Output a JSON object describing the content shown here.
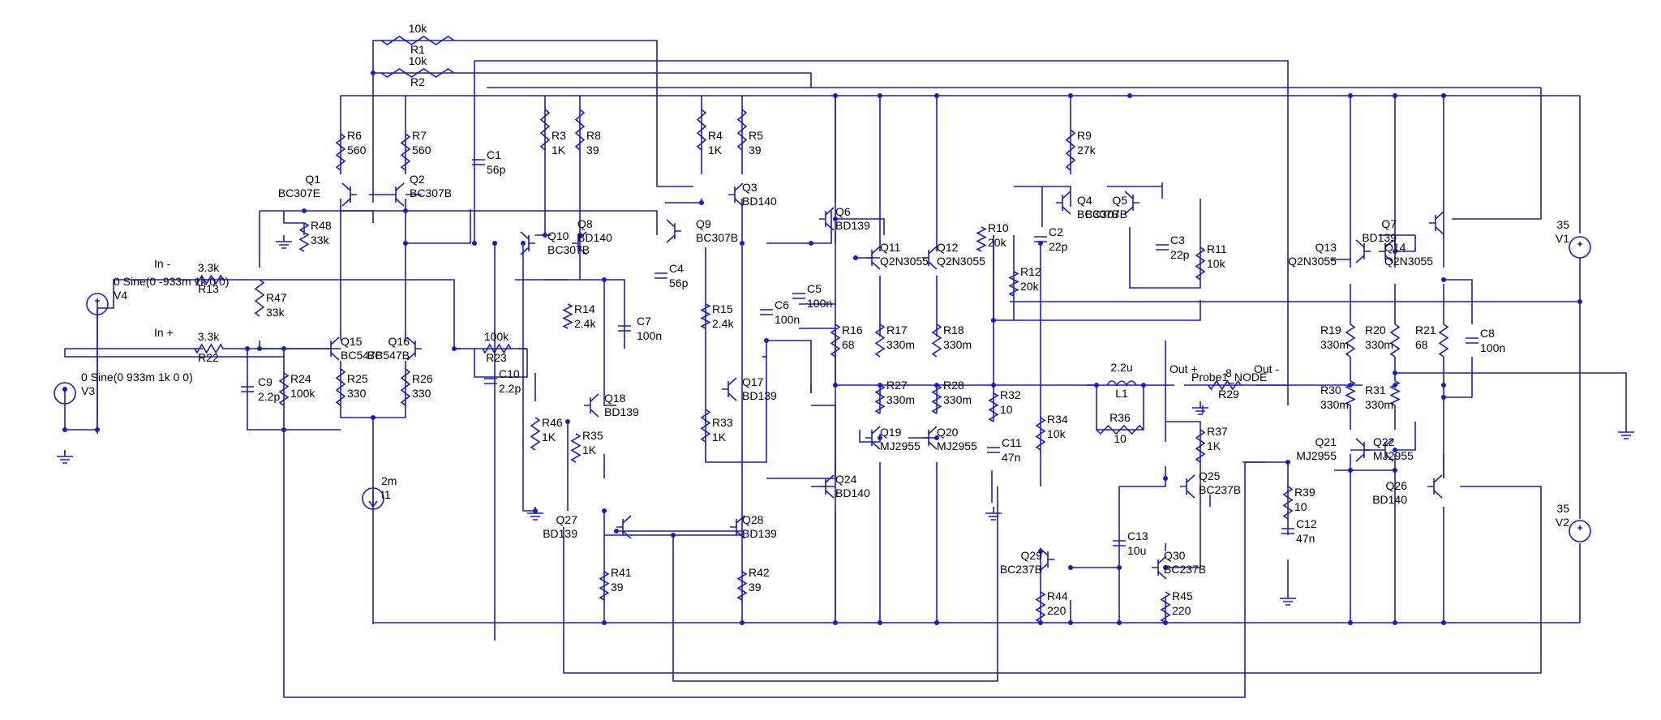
{
  "colors": {
    "wire": "#1a1acc",
    "text": "#000000",
    "background": "#ffffff"
  },
  "labels": {
    "in_minus": "In -",
    "in_plus": "In +",
    "out_plus": "Out +",
    "out_minus": "Out -",
    "probe": "Probe1_NODE"
  },
  "parts": [
    {
      "id": "R1",
      "name": "R1",
      "value": "10k"
    },
    {
      "id": "R2",
      "name": "R2",
      "value": "10k"
    },
    {
      "id": "R3",
      "name": "R3",
      "value": "1K"
    },
    {
      "id": "R4",
      "name": "R4",
      "value": "1K"
    },
    {
      "id": "R5",
      "name": "R5",
      "value": "39"
    },
    {
      "id": "R6",
      "name": "R6",
      "value": "560"
    },
    {
      "id": "R7",
      "name": "R7",
      "value": "560"
    },
    {
      "id": "R8",
      "name": "R8",
      "value": "39"
    },
    {
      "id": "R9",
      "name": "R9",
      "value": "27k"
    },
    {
      "id": "R10",
      "name": "R10",
      "value": "20k"
    },
    {
      "id": "R11",
      "name": "R11",
      "value": "10k"
    },
    {
      "id": "R12",
      "name": "R12",
      "value": "20k"
    },
    {
      "id": "R14",
      "name": "R14",
      "value": "2.4k"
    },
    {
      "id": "R15",
      "name": "R15",
      "value": "2.4k"
    },
    {
      "id": "R16",
      "name": "R16",
      "value": "68"
    },
    {
      "id": "R17",
      "name": "R17",
      "value": "330m"
    },
    {
      "id": "R18",
      "name": "R18",
      "value": "330m"
    },
    {
      "id": "R19",
      "name": "R19",
      "value": "330m"
    },
    {
      "id": "R20",
      "name": "R20",
      "value": "330m"
    },
    {
      "id": "R21",
      "name": "R21",
      "value": "68"
    },
    {
      "id": "R22",
      "name": "R22",
      "value": "3.3k"
    },
    {
      "id": "R23",
      "name": "R23",
      "value": "100k"
    },
    {
      "id": "R24",
      "name": "R24",
      "value": "100k"
    },
    {
      "id": "R25",
      "name": "R25",
      "value": "330"
    },
    {
      "id": "R26",
      "name": "R26",
      "value": "330"
    },
    {
      "id": "R27",
      "name": "R27",
      "value": "330m"
    },
    {
      "id": "R28",
      "name": "R28",
      "value": "330m"
    },
    {
      "id": "R29",
      "name": "R29",
      "value": "8"
    },
    {
      "id": "R30",
      "name": "R30",
      "value": "330m"
    },
    {
      "id": "R31",
      "name": "R31",
      "value": "330m"
    },
    {
      "id": "R32",
      "name": "R32",
      "value": "10"
    },
    {
      "id": "R33",
      "name": "R33",
      "value": "1K"
    },
    {
      "id": "R34",
      "name": "R34",
      "value": "10k"
    },
    {
      "id": "R35",
      "name": "R35",
      "value": "1K"
    },
    {
      "id": "R36",
      "name": "R36",
      "value": "10"
    },
    {
      "id": "R37",
      "name": "R37",
      "value": "1K"
    },
    {
      "id": "R39",
      "name": "R39",
      "value": "10"
    },
    {
      "id": "R41",
      "name": "R41",
      "value": "39"
    },
    {
      "id": "R42",
      "name": "R42",
      "value": "39"
    },
    {
      "id": "R44",
      "name": "R44",
      "value": "220"
    },
    {
      "id": "R45",
      "name": "R45",
      "value": "220"
    },
    {
      "id": "R46",
      "name": "R46",
      "value": "1K"
    },
    {
      "id": "R47",
      "name": "R47",
      "value": "33k"
    },
    {
      "id": "R48",
      "name": "R48",
      "value": "33k"
    },
    {
      "id": "R13",
      "name": "R13",
      "value": "3.3k"
    },
    {
      "id": "C1",
      "name": "C1",
      "value": "56p"
    },
    {
      "id": "C2",
      "name": "C2",
      "value": "22p"
    },
    {
      "id": "C3",
      "name": "C3",
      "value": "22p"
    },
    {
      "id": "C4",
      "name": "C4",
      "value": "56p"
    },
    {
      "id": "C5",
      "name": "C5",
      "value": "100n"
    },
    {
      "id": "C6",
      "name": "C6",
      "value": "100n"
    },
    {
      "id": "C7",
      "name": "C7",
      "value": "100n"
    },
    {
      "id": "C8",
      "name": "C8",
      "value": "100n"
    },
    {
      "id": "C9",
      "name": "C9",
      "value": "2.2p"
    },
    {
      "id": "C10",
      "name": "C10",
      "value": "2.2p"
    },
    {
      "id": "C11",
      "name": "C11",
      "value": "47n"
    },
    {
      "id": "C12",
      "name": "C12",
      "value": "47n"
    },
    {
      "id": "C13",
      "name": "C13",
      "value": "10u"
    },
    {
      "id": "L1",
      "name": "L1",
      "value": "2.2u"
    },
    {
      "id": "Q1",
      "name": "Q1",
      "value": "BC307E"
    },
    {
      "id": "Q2",
      "name": "Q2",
      "value": "BC307B"
    },
    {
      "id": "Q3",
      "name": "Q3",
      "value": "BD140"
    },
    {
      "id": "Q4",
      "name": "Q4",
      "value": "BC307B"
    },
    {
      "id": "Q5",
      "name": "Q5",
      "value": "BC307B"
    },
    {
      "id": "Q6",
      "name": "Q6",
      "value": "BD139"
    },
    {
      "id": "Q7",
      "name": "Q7",
      "value": "BD139"
    },
    {
      "id": "Q8",
      "name": "Q8",
      "value": "BD140"
    },
    {
      "id": "Q9",
      "name": "Q9",
      "value": "BC307B"
    },
    {
      "id": "Q10",
      "name": "Q10",
      "value": "BC307B"
    },
    {
      "id": "Q11",
      "name": "Q11",
      "value": "Q2N3055"
    },
    {
      "id": "Q12",
      "name": "Q12",
      "value": "Q2N3055"
    },
    {
      "id": "Q13",
      "name": "Q13",
      "value": "Q2N3055"
    },
    {
      "id": "Q14",
      "name": "Q14",
      "value": "Q2N3055"
    },
    {
      "id": "Q15",
      "name": "Q15",
      "value": "BC547B"
    },
    {
      "id": "Q16",
      "name": "Q16",
      "value": "BC547B"
    },
    {
      "id": "Q17",
      "name": "Q17",
      "value": "BD139"
    },
    {
      "id": "Q18",
      "name": "Q18",
      "value": "BD139"
    },
    {
      "id": "Q19",
      "name": "Q19",
      "value": "MJ2955"
    },
    {
      "id": "Q20",
      "name": "Q20",
      "value": "MJ2955"
    },
    {
      "id": "Q21",
      "name": "Q21",
      "value": "MJ2955"
    },
    {
      "id": "Q22",
      "name": "Q22",
      "value": "MJ2955"
    },
    {
      "id": "Q24",
      "name": "Q24",
      "value": "BD140"
    },
    {
      "id": "Q25",
      "name": "Q25",
      "value": "BC237B"
    },
    {
      "id": "Q26",
      "name": "Q26",
      "value": "BD140"
    },
    {
      "id": "Q27",
      "name": "Q27",
      "value": "BD139"
    },
    {
      "id": "Q28",
      "name": "Q28",
      "value": "BD139"
    },
    {
      "id": "Q29",
      "name": "Q29",
      "value": "BC237B"
    },
    {
      "id": "Q30",
      "name": "Q30",
      "value": "BC237B"
    },
    {
      "id": "V1",
      "name": "V1",
      "value": "35"
    },
    {
      "id": "V2",
      "name": "V2",
      "value": "35"
    },
    {
      "id": "V3",
      "name": "V3",
      "value": "0 Sine(0 933m 1k 0 0)"
    },
    {
      "id": "V4",
      "name": "V4",
      "value": "0 Sine(0 -933m 1k 0 0)"
    },
    {
      "id": "I1",
      "name": "I1",
      "value": "2m"
    }
  ]
}
